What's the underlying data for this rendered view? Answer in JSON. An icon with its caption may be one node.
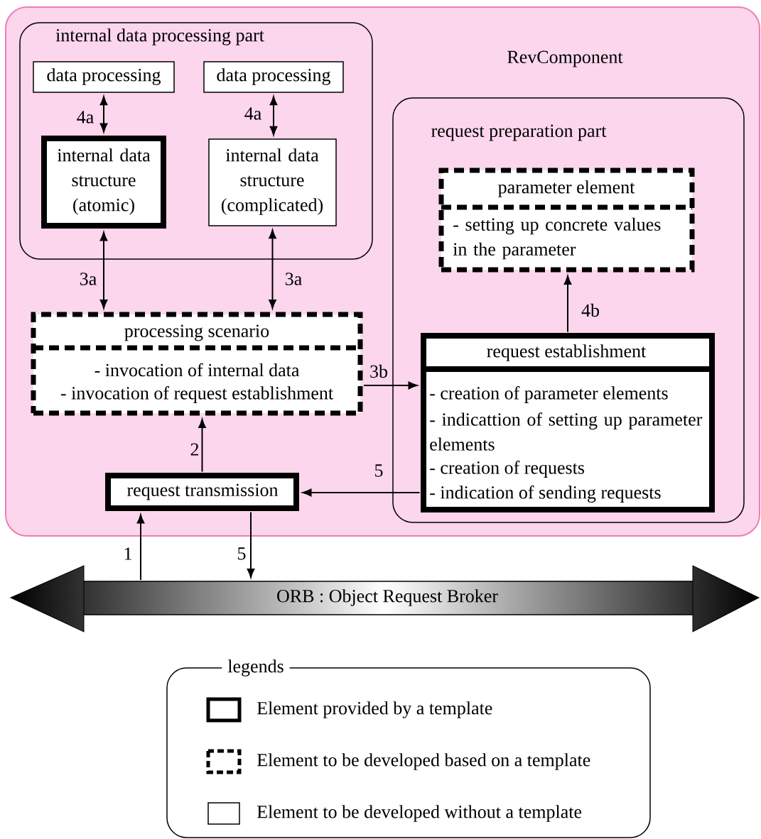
{
  "diagram": {
    "nodes": [
      {
        "text": [
          "RevComponent"
        ]
      },
      {
        "text": [
          "internal data processing part"
        ],
        "in": 0
      },
      {
        "text": [
          "data processing"
        ],
        "in": 1
      },
      {
        "text": [
          "data processing"
        ],
        "in": 1
      },
      {
        "text": [
          "internal data structure (atomic)"
        ],
        "in": 1
      },
      {
        "text": [
          "internal data structure (complicated)"
        ],
        "in": 1
      },
      {
        "text": [
          "request preparation part"
        ],
        "in": 0
      },
      {
        "text": [
          "parameter element",
          "- setting up concrete values in the parameter"
        ],
        "in": 6
      },
      {
        "text": [
          "processing scenario",
          "- invocation of internal data",
          "- invocation of request establishment"
        ],
        "in": 0
      },
      {
        "text": [
          "request establishment",
          "- creation of parameter elements",
          "- indicattion of setting up parameter elements",
          "- creation of requests",
          "- indication of sending requests"
        ],
        "in": 6
      },
      {
        "text": [
          "request transmission"
        ],
        "in": 0
      },
      {
        "text": [
          "ORB : Object Request Broker"
        ]
      }
    ],
    "edges": [
      {
        "from": 2,
        "to": 4,
        "arrow": "both",
        "label": "4a"
      },
      {
        "from": 3,
        "to": 5,
        "arrow": "both",
        "label": "4a"
      },
      {
        "from": 4,
        "to": 8,
        "arrow": "both",
        "label": "3a"
      },
      {
        "from": 5,
        "to": 8,
        "arrow": "both",
        "label": "3a"
      },
      {
        "from": 8,
        "to": 9,
        "arrow": "to",
        "label": "3b"
      },
      {
        "from": 9,
        "to": 7,
        "arrow": "to",
        "label": "4b"
      },
      {
        "from": 10,
        "to": 8,
        "arrow": "to",
        "label": "2"
      },
      {
        "from": 9,
        "to": 10,
        "arrow": "to",
        "label": "5"
      },
      {
        "from": 11,
        "to": 10,
        "arrow": "to",
        "label": "1"
      },
      {
        "from": 10,
        "to": 11,
        "arrow": "to",
        "label": "5"
      }
    ],
    "labels": [
      "legends"
    ],
    "legend": [
      {
        "text": "Element provided by a template"
      },
      {
        "text": "Element to be developed based on a template"
      },
      {
        "text": "Element to be developed without a template"
      }
    ]
  }
}
